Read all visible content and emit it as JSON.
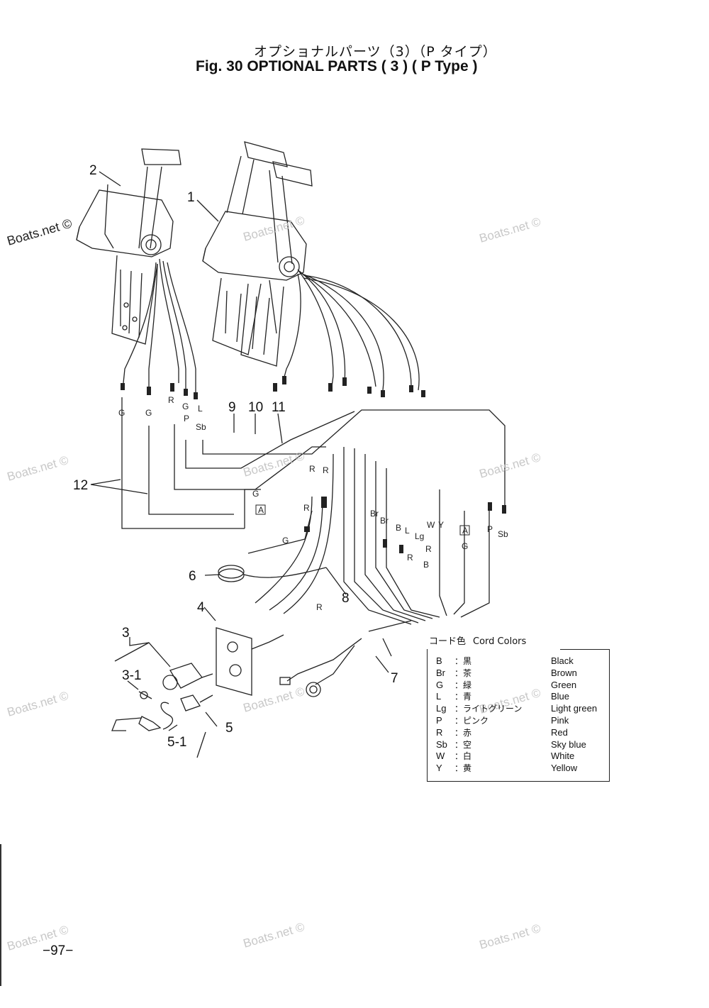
{
  "title": {
    "jp": "オプショナルパーツ（3）（P タイプ）",
    "en": "Fig. 30   OPTIONAL PARTS ( 3 ) ( P Type )"
  },
  "callouts": [
    "1",
    "2",
    "3",
    "3-1",
    "4",
    "5",
    "5-1",
    "6",
    "7",
    "8",
    "9",
    "10",
    "11",
    "12"
  ],
  "wire_tags": [
    "G",
    "G",
    "R",
    "G",
    "P",
    "L",
    "Sb",
    "R",
    "R",
    "G",
    "A",
    "R",
    "G",
    "Br",
    "Br",
    "B",
    "L",
    "Lg",
    "W",
    "Y",
    "R",
    "R",
    "B",
    "A",
    "G",
    "P",
    "Sb",
    "R"
  ],
  "legend": {
    "heading_jp": "コード色",
    "heading_en": "Cord Colors",
    "rows": [
      {
        "code": "B",
        "jp": "：黒",
        "en": "Black"
      },
      {
        "code": "Br",
        "jp": "：茶",
        "en": "Brown"
      },
      {
        "code": "G",
        "jp": "：緑",
        "en": "Green"
      },
      {
        "code": "L",
        "jp": "：青",
        "en": "Blue"
      },
      {
        "code": "Lg",
        "jp": "：ライトグリーン",
        "en": "Light green"
      },
      {
        "code": "P",
        "jp": "：ピンク",
        "en": "Pink"
      },
      {
        "code": "R",
        "jp": "：赤",
        "en": "Red"
      },
      {
        "code": "Sb",
        "jp": "：空",
        "en": "Sky blue"
      },
      {
        "code": "W",
        "jp": "：白",
        "en": "White"
      },
      {
        "code": "Y",
        "jp": "：黄",
        "en": "Yellow"
      }
    ]
  },
  "watermark": "Boats.net ©",
  "page_number": "−97−"
}
